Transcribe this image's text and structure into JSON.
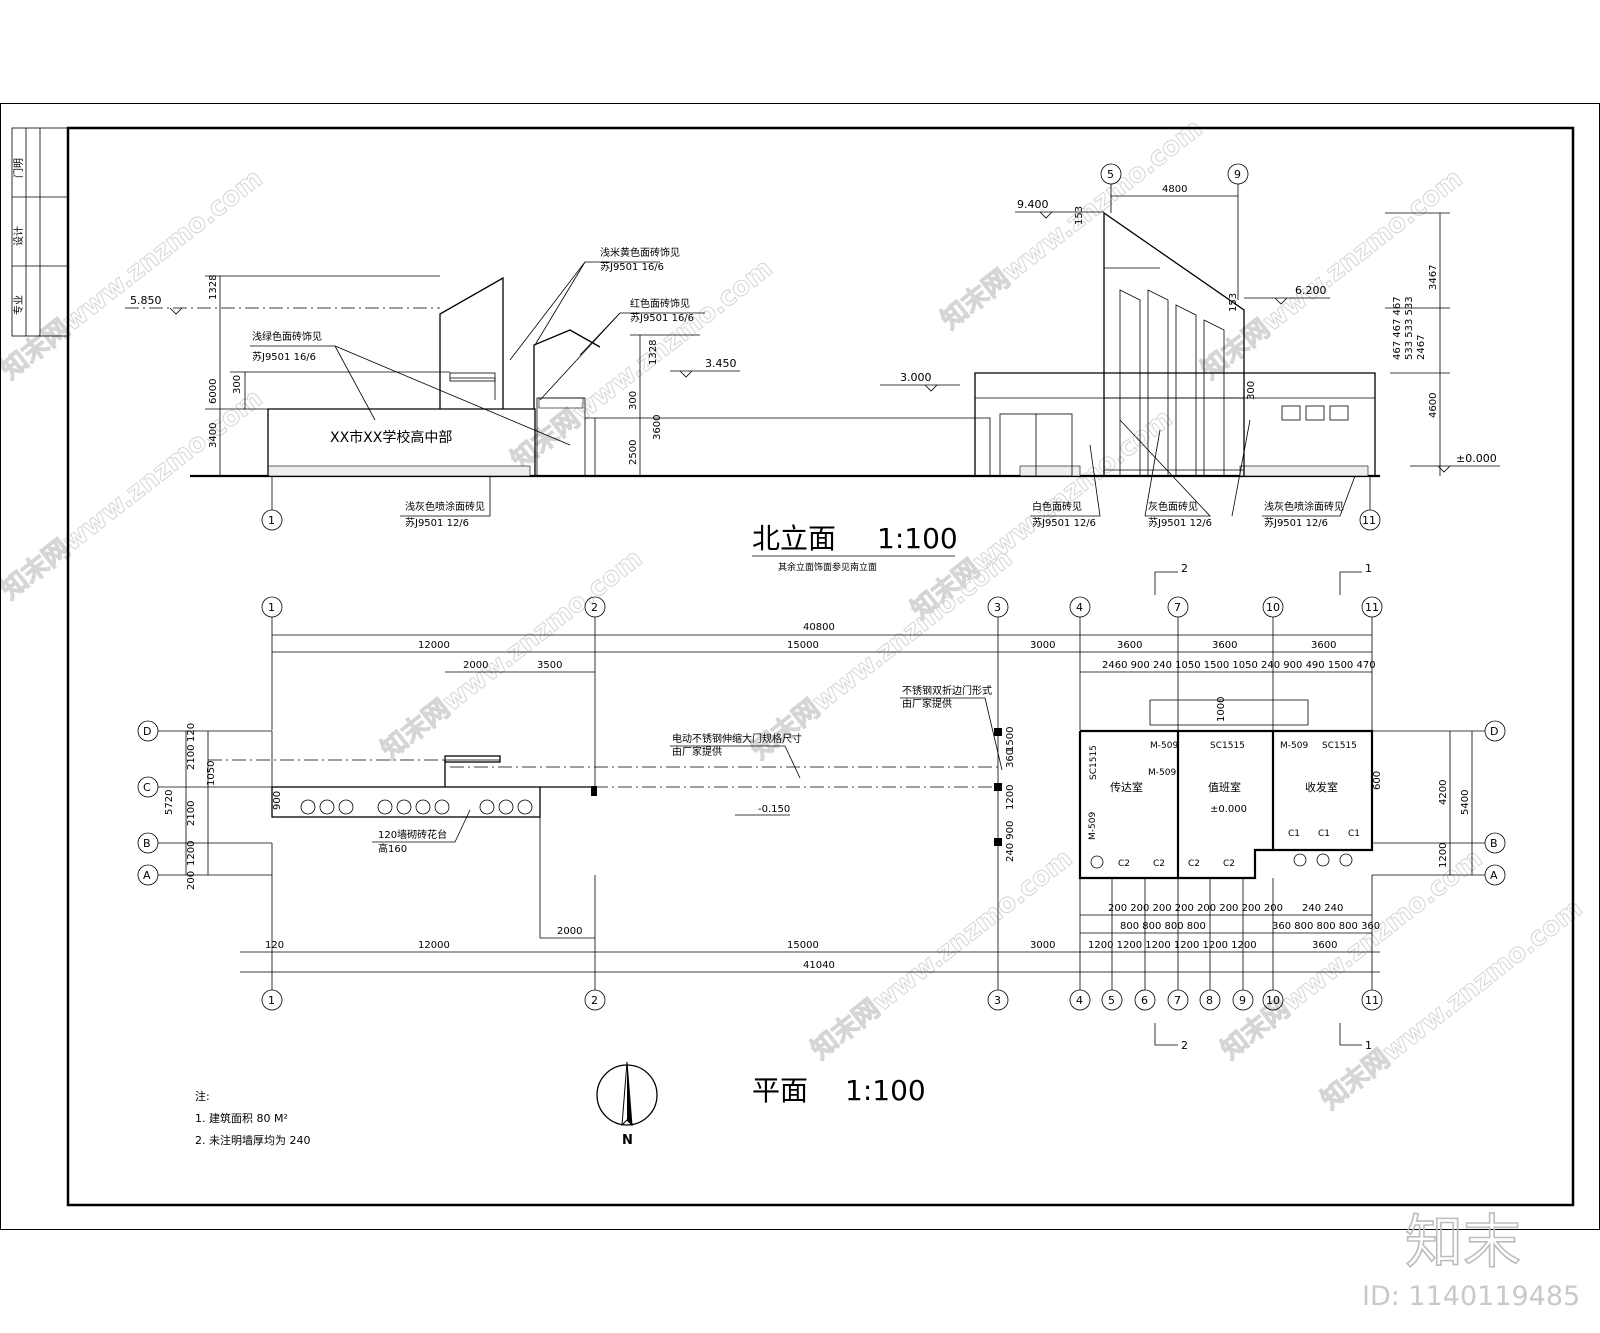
{
  "title_block": {
    "cells": [
      "专业",
      "设计",
      "门明"
    ]
  },
  "elevation": {
    "title": "北立面",
    "scale": "1:100",
    "note": "其余立面饰面参见南立面",
    "building_sign": "XX市XX学校高中部",
    "levels": {
      "l5850": "5.850",
      "l3450": "3.450",
      "l3000": "3.000",
      "l9400": "9.400",
      "l6200": "6.200",
      "l0": "±0.000"
    },
    "dims": {
      "d1328a": "1328",
      "d6000": "6000",
      "d300a": "300",
      "d3400": "3400",
      "d1328b": "1328",
      "d300b": "300",
      "d3600": "3600",
      "d2500": "2500",
      "d4800": "4800",
      "d153a": "153",
      "d153b": "153",
      "d3467": "3467",
      "d467": "467 467 467",
      "d533": "533 533 533",
      "d2467": "2467",
      "d4600": "4600",
      "d300c": "300"
    },
    "callouts": {
      "c1_a": "浅米黄色面砖饰见",
      "c1_b": "苏J9501 16/6",
      "c2_a": "红色面砖饰见",
      "c2_b": "苏J9501 16/6",
      "c3_a": "浅绿色面砖饰见",
      "c3_b": "苏J9501 16/6",
      "c4_a": "浅灰色喷涂面砖见",
      "c4_b": "苏J9501 12/6",
      "c5_a": "白色面砖见",
      "c5_b": "苏J9501 12/6",
      "c6_a": "灰色面砖见",
      "c6_b": "苏J9501 12/6",
      "c7_a": "浅灰色喷涂面砖见",
      "c7_b": "苏J9501 12/6"
    },
    "axes": {
      "a1": "1",
      "a5": "5",
      "a9": "9",
      "a11": "11"
    }
  },
  "plan": {
    "title": "平面",
    "scale": "1:100",
    "axes": {
      "a1": "1",
      "a2": "2",
      "a3": "3",
      "a4": "4",
      "a5": "5",
      "a6": "6",
      "a7": "7",
      "a8": "8",
      "a9": "9",
      "a10": "10",
      "a11": "11",
      "rA": "A",
      "rB": "B",
      "rC": "C",
      "rD": "D"
    },
    "top_dims": {
      "total": "40800",
      "d12000": "12000",
      "d15000": "15000",
      "d3000": "3000",
      "d3600a": "3600",
      "d3600b": "3600",
      "d3600c": "3600",
      "d2000": "2000",
      "d3500": "3500",
      "row3": "2460   900 240 1050   1500   1050 240 900  490  1500  470"
    },
    "bottom_dims": {
      "total": "41040",
      "d120": "120",
      "d12000": "12000",
      "d15000": "15000",
      "d3000": "3000",
      "d1200s": "1200  1200  1200  1200  1200  1200",
      "d3600": "3600",
      "d2000": "2000",
      "d200": "200 200 200 200 200 200 200 200",
      "d800": "800   800   800   800",
      "d240": "240   240",
      "d360": "360 800   800   800 360"
    },
    "left_dims": {
      "d5720": "5720",
      "d2100a": "2100",
      "d2100b": "2100",
      "d1200": "1200",
      "d120": "120",
      "d200": "200",
      "d1050": "1050",
      "d900": "900"
    },
    "right_dims": {
      "d4200": "4200",
      "d5400": "5400",
      "d1200": "1200",
      "d600": "600",
      "d360": "360",
      "d1500": "1500",
      "d1200b": "1200",
      "d240900": "240 900",
      "d1000": "1000",
      "d600b": "600"
    },
    "rooms": {
      "r1": "传达室",
      "r2": "值班室",
      "r3": "收发室"
    },
    "labels": {
      "gate_a": "电动不锈钢伸缩大门规格尺寸",
      "gate_b": "由厂家提供",
      "side_a": "不锈钢双折边门形式",
      "side_b": "由厂家提供",
      "planter_a": "120墙砌砖花台",
      "planter_b": "高160",
      "lvl_out": "-0.150",
      "lvl_in": "±0.000",
      "sc1515a": "SC1515",
      "sc1515b": "SC1515",
      "sc1515c": "SC1515",
      "m509a": "M-509",
      "m509b": "M-509",
      "m509c": "M-509",
      "m509d": "M-509",
      "c2": "C2",
      "c1": "C1"
    },
    "sections": {
      "s1": "1",
      "s2": "2"
    }
  },
  "north_arrow": "N",
  "notes": {
    "heading": "注:",
    "n1": "1. 建筑面积 80 M²",
    "n2": "2. 未注明墙厚均为 240"
  },
  "watermark": {
    "site": "知末网www.znzmo.com",
    "brand": "知末",
    "id": "ID: 1140119485"
  }
}
